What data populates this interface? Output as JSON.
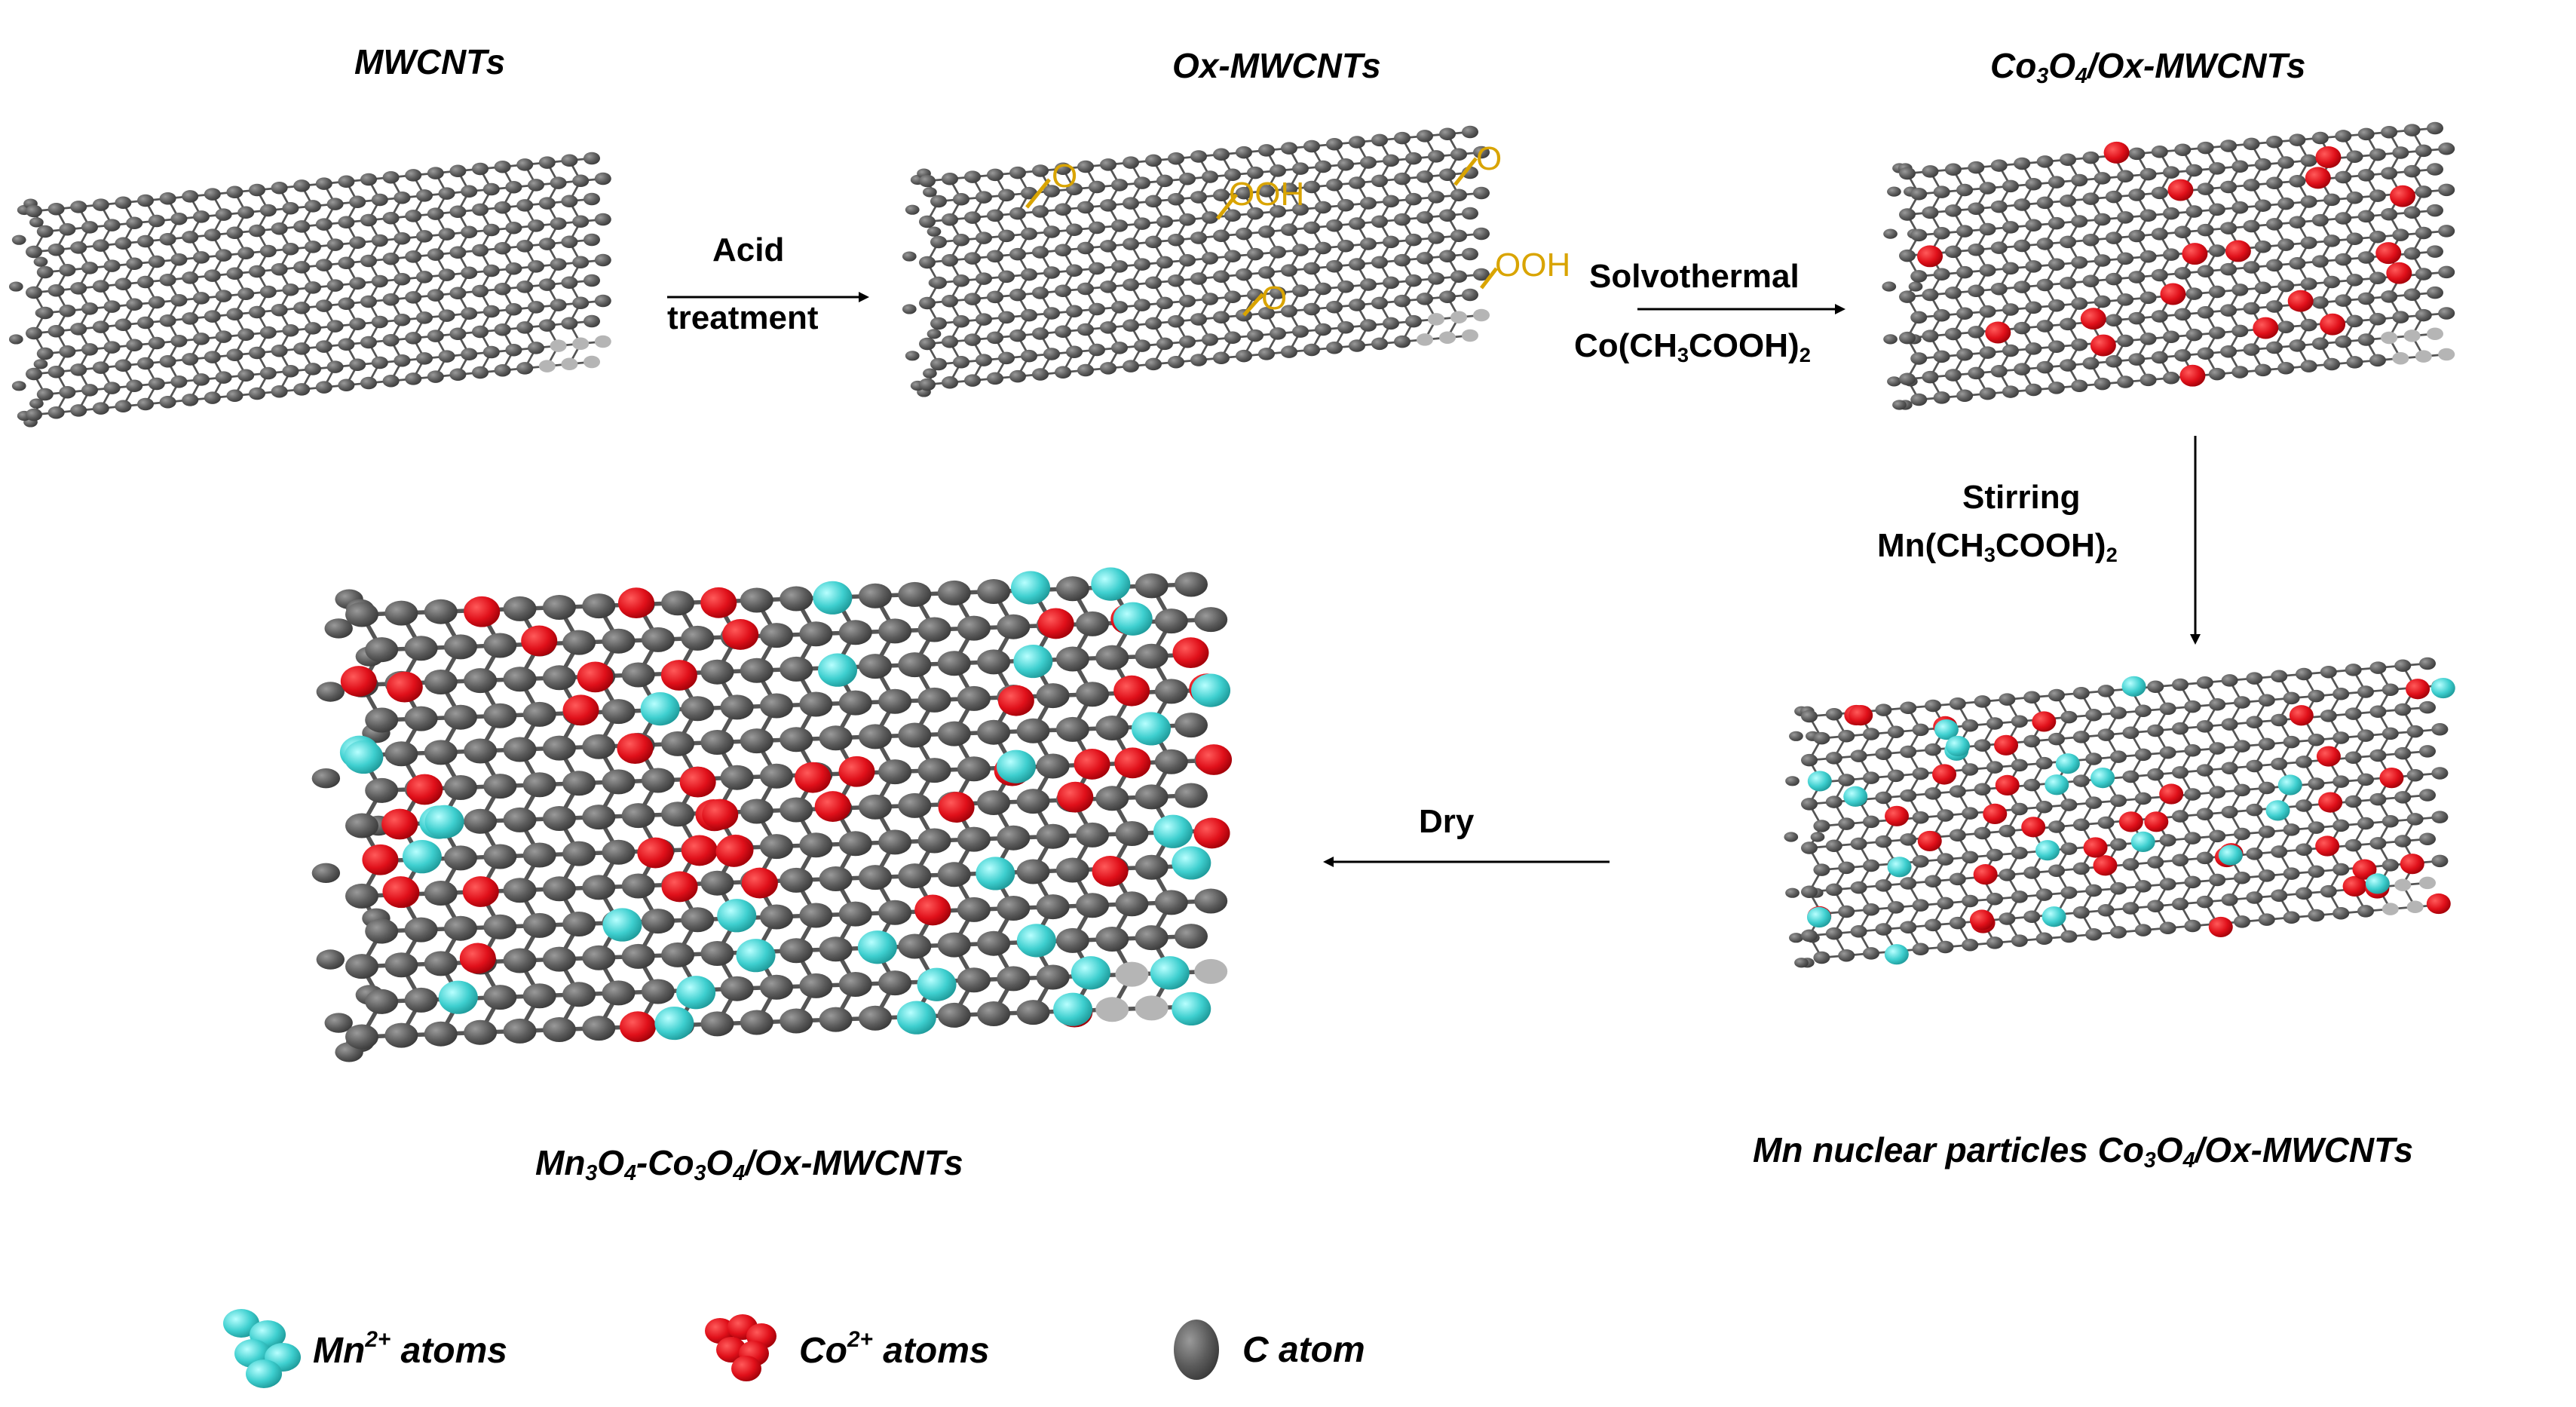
{
  "titles": {
    "mwcnts": "MWCNTs",
    "ox_mwcnts": "Ox-MWCNTs",
    "co_ox": [
      "Co",
      "3",
      "O",
      "4",
      "/Ox-MWCNTs"
    ],
    "mn_nuclear": [
      "Mn nuclear particles Co",
      "3",
      "O",
      "4",
      "/Ox-MWCNTs"
    ],
    "final": [
      "Mn",
      "3",
      "O",
      "4",
      "-Co",
      "3",
      "O",
      "4",
      "/Ox-MWCNTs"
    ]
  },
  "steps": {
    "acid": "Acid",
    "treatment": "treatment",
    "solvothermal": "Solvothermal",
    "co_reagent": [
      "Co(CH",
      "3",
      "COOH)",
      "2"
    ],
    "stirring": "Stirring",
    "mn_reagent": [
      "Mn(CH",
      "3",
      "COOH)",
      "2"
    ],
    "dry": "Dry"
  },
  "functional_groups": [
    "O",
    "OOH",
    "O",
    "OOH",
    "O"
  ],
  "legend": {
    "mn": [
      "Mn",
      "2+",
      " atoms"
    ],
    "co": [
      "Co",
      "2+",
      " atoms"
    ],
    "c": "C atom"
  },
  "colors": {
    "carbon": "#5a5a5a",
    "carbon_highlight": "#8c8c8c",
    "cobalt": "#e0101a",
    "manganese": "#3ecfcf",
    "functional_group": "#d9a400",
    "arrow": "#000000"
  }
}
